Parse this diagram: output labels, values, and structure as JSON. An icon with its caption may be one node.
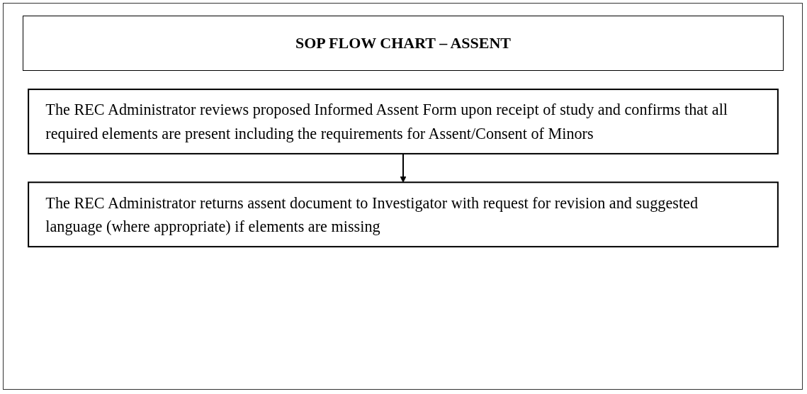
{
  "diagram": {
    "title": "SOP FLOW CHART – ASSENT",
    "nodes": [
      {
        "text": [
          "The REC Administrator reviews proposed Informed Assent Form upon receipt of study and confirms that all required elements are present including the requirements for Assent/Consent of Minors"
        ]
      },
      {
        "text": [
          "The REC Administrator returns assent document to Investigator with request for revision and suggested language (where appropriate) if elements are missing"
        ]
      }
    ],
    "edges": [
      {
        "from": 0,
        "to": 1,
        "arrow": "to"
      }
    ]
  }
}
